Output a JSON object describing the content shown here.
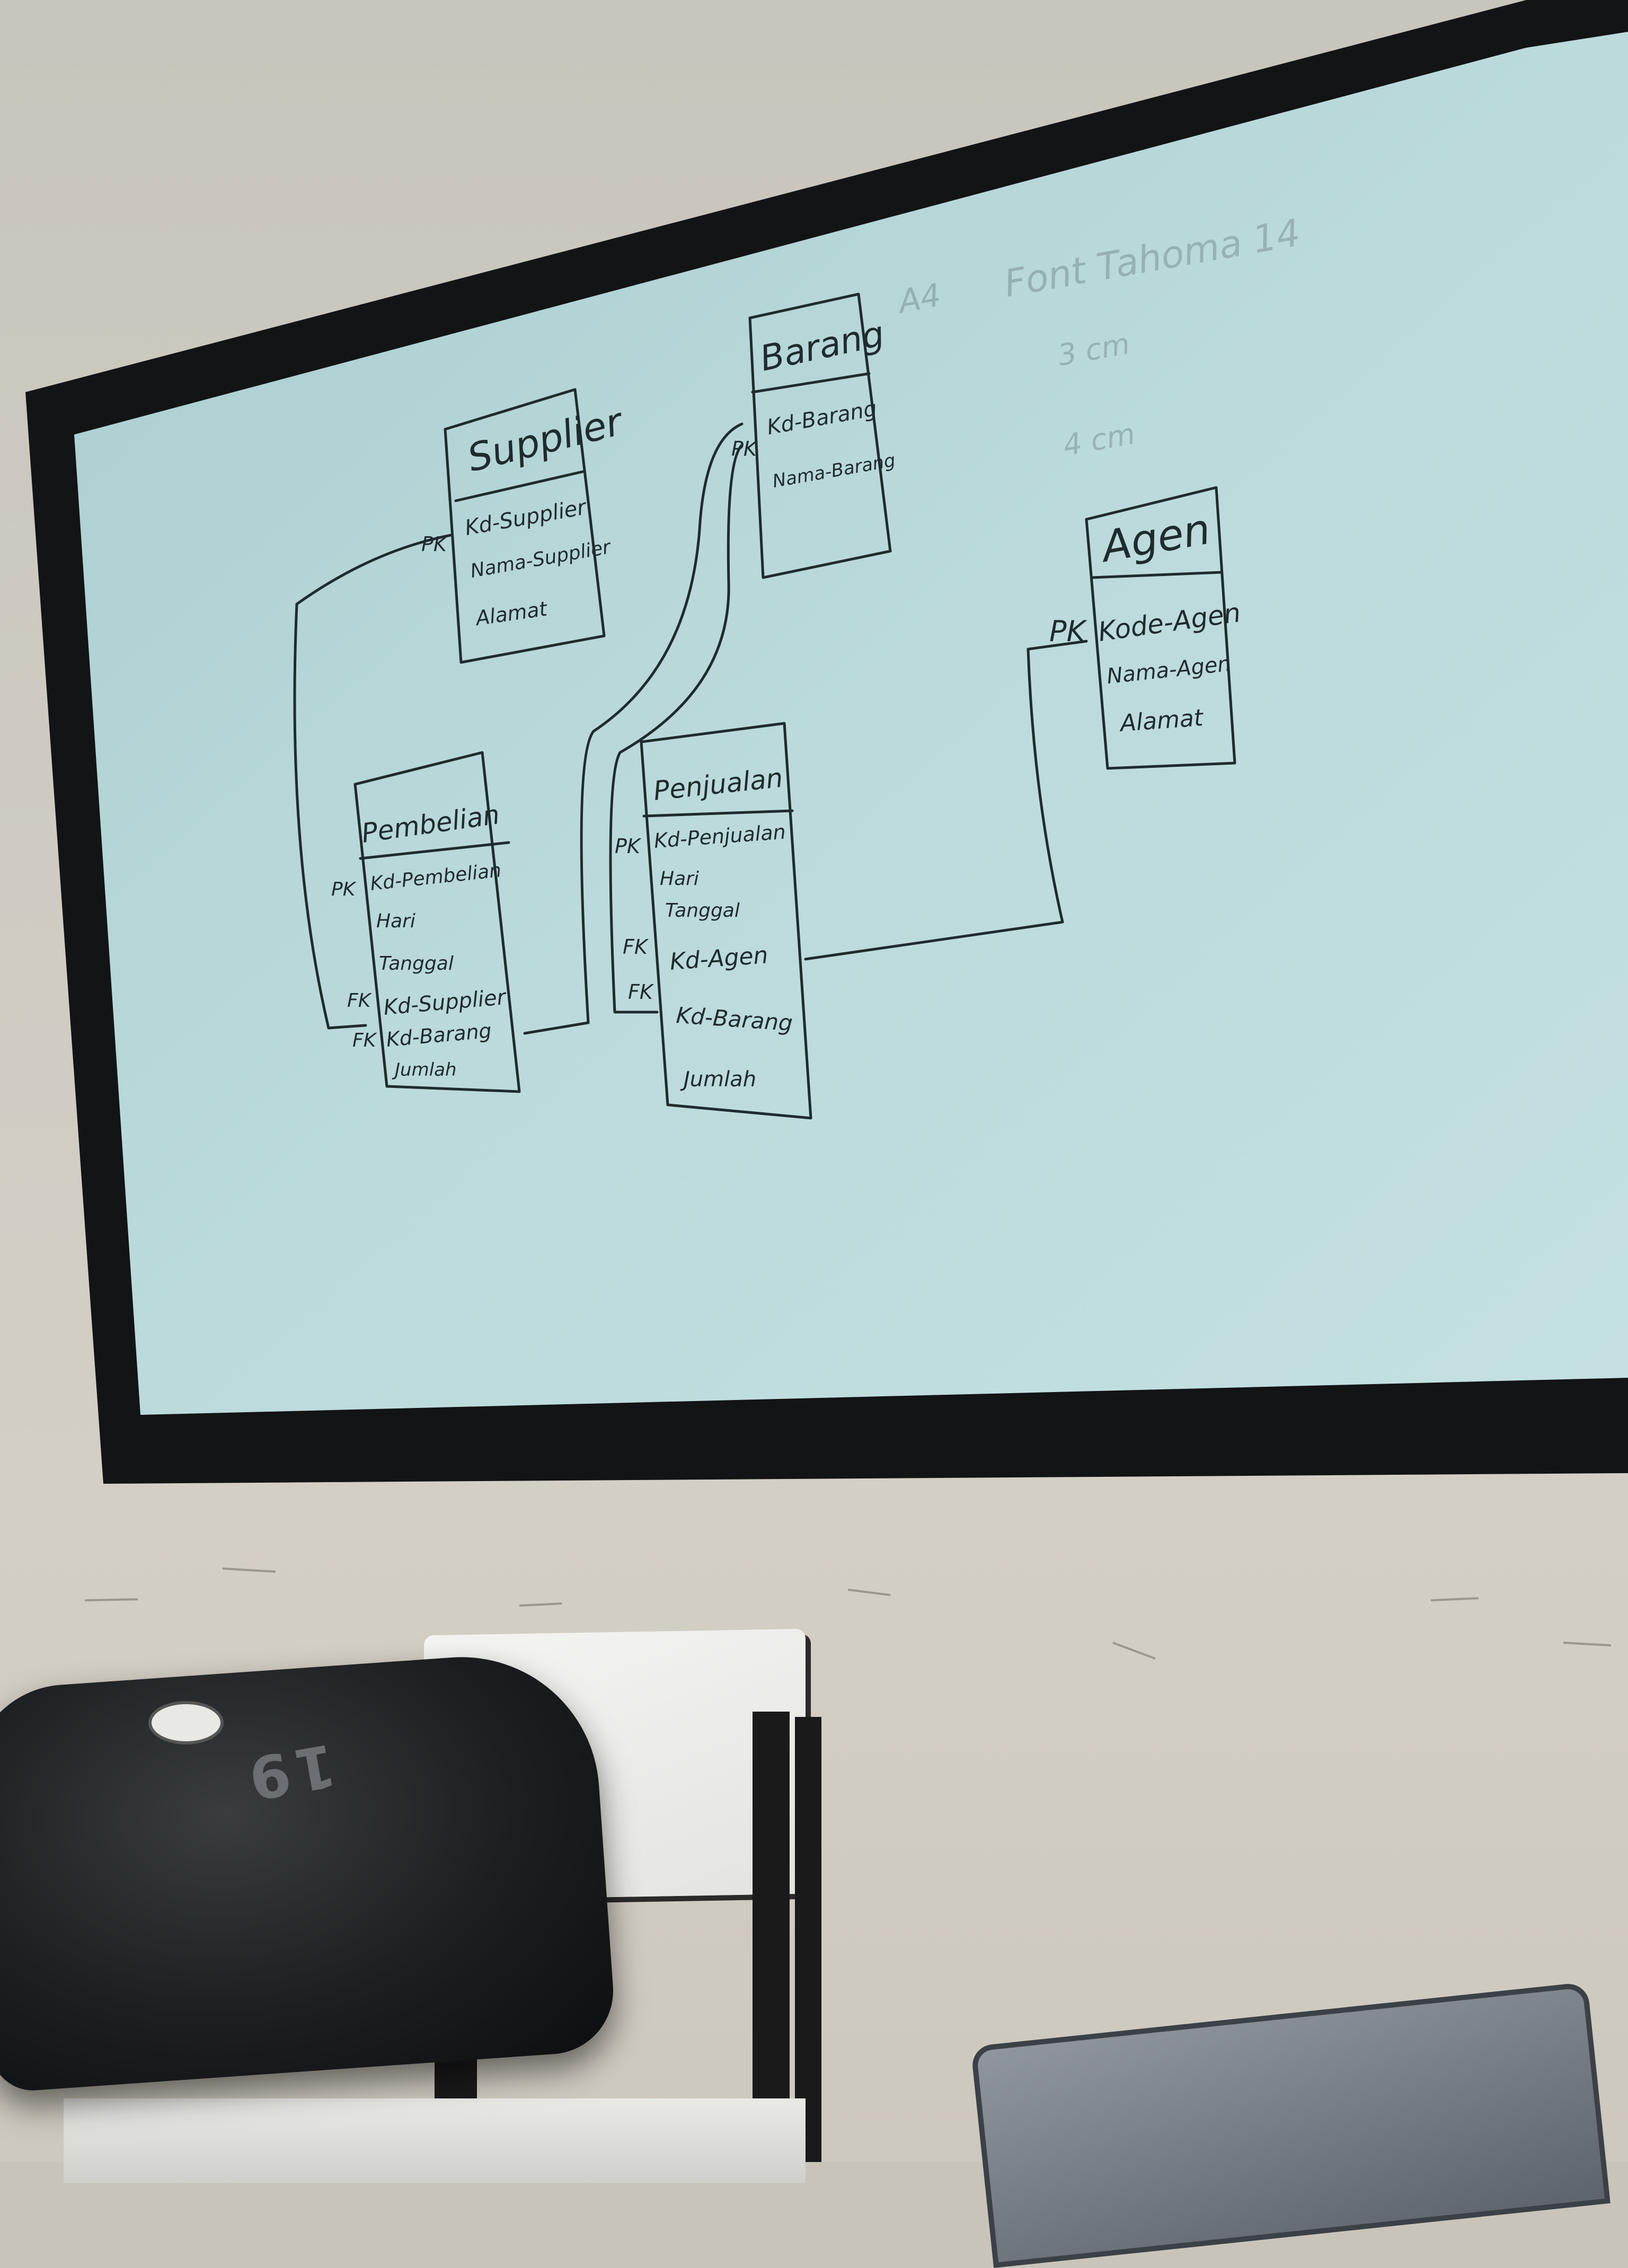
{
  "scene": {
    "description_free": true,
    "colors": {
      "wall": "#cdc8be",
      "board_frame": "#121416",
      "board_surface": "#b9d7d8",
      "marker_ink": "#1f2b2e"
    }
  },
  "whiteboard": {
    "faint_text": {
      "top_right": "Font Tahoma 14",
      "a4": "A4",
      "cm1": "3 cm",
      "cm2": "4 cm"
    },
    "entities": [
      {
        "name": "Supplier",
        "fields": [
          "Kd-Supplier",
          "Nama-Supplier",
          "Alamat"
        ],
        "keys": [
          "PK",
          "",
          ""
        ]
      },
      {
        "name": "Barang",
        "fields": [
          "Kd-Barang",
          "Nama-Barang"
        ],
        "keys": [
          "PK",
          ""
        ]
      },
      {
        "name": "Agen",
        "fields": [
          "Kode-Agen",
          "Nama-Agen",
          "Alamat"
        ],
        "keys": [
          "PK",
          "",
          ""
        ]
      },
      {
        "name": "Pembelian",
        "fields": [
          "Kd-Pembelian",
          "Hari",
          "Tanggal",
          "Kd-Supplier",
          "Kd-Barang",
          "Jumlah"
        ],
        "keys": [
          "PK",
          "",
          "",
          "FK",
          "FK",
          ""
        ]
      },
      {
        "name": "Penjualan",
        "fields": [
          "Kd-Penjualan",
          "Hari",
          "Tanggal",
          "Kd-Agen",
          "Kd-Barang",
          "Jumlah"
        ],
        "keys": [
          "PK",
          "",
          "",
          "FK",
          "FK",
          ""
        ]
      }
    ]
  },
  "objects": {
    "bag_print": "19"
  }
}
